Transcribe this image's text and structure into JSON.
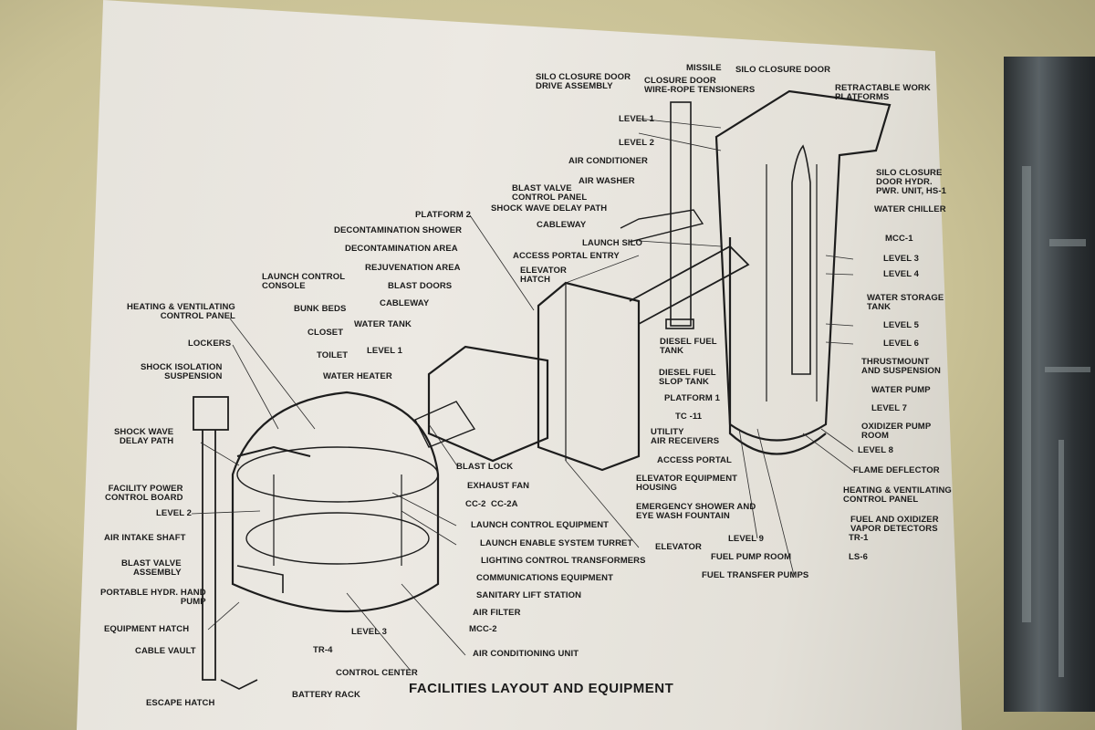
{
  "poster": {
    "title": "FACILITIES LAYOUT AND EQUIPMENT"
  },
  "labels": {
    "silo_closure_door_drive": "SILO CLOSURE DOOR\nDRIVE ASSEMBLY",
    "closure_door_tensioners": "CLOSURE DOOR\nWIRE-ROPE TENSIONERS",
    "missile": "MISSILE",
    "silo_closure_door": "SILO CLOSURE DOOR",
    "retractable_work_platforms": "RETRACTABLE WORK\nPLATFORMS",
    "level_1_top": "LEVEL 1",
    "level_2_top": "LEVEL 2",
    "air_conditioner": "AIR CONDITIONER",
    "air_washer": "AIR WASHER",
    "blast_valve_control_panel": "BLAST VALVE\nCONTROL PANEL",
    "shock_wave_delay_path_top": "SHOCK WAVE DELAY PATH",
    "cableway_top": "CABLEWAY",
    "launch_silo": "LAUNCH SILO",
    "access_portal_entry": "ACCESS PORTAL ENTRY",
    "elevator_hatch": "ELEVATOR\nHATCH",
    "platform_2": "PLATFORM 2",
    "decontamination_shower": "DECONTAMINATION SHOWER",
    "decontamination_area": "DECONTAMINATION AREA",
    "rejuvenation_area": "REJUVENATION AREA",
    "blast_doors": "BLAST DOORS",
    "cableway_mid": "CABLEWAY",
    "water_tank": "WATER TANK",
    "level_1_mid": "LEVEL 1",
    "water_heater": "WATER HEATER",
    "launch_control_console": "LAUNCH CONTROL\nCONSOLE",
    "bunk_beds": "BUNK BEDS",
    "closet": "CLOSET",
    "toilet": "TOILET",
    "heating_vent_panel_left": "HEATING & VENTILATING\nCONTROL PANEL",
    "lockers": "LOCKERS",
    "shock_isolation": "SHOCK ISOLATION\nSUSPENSION",
    "shock_wave_delay_path_left": "SHOCK WAVE\nDELAY PATH",
    "facility_power": "FACILITY POWER\nCONTROL BOARD",
    "level_2_left": "LEVEL 2",
    "air_intake_shaft": "AIR INTAKE SHAFT",
    "blast_valve_assembly": "BLAST VALVE\nASSEMBLY",
    "portable_hydr_pump": "PORTABLE HYDR. HAND\nPUMP",
    "equipment_hatch": "EQUIPMENT HATCH",
    "cable_vault": "CABLE VAULT",
    "escape_hatch": "ESCAPE HATCH",
    "battery_rack": "BATTERY RACK",
    "control_center": "CONTROL CENTER",
    "tr_4": "TR-4",
    "level_3_left": "LEVEL 3",
    "air_conditioning_unit": "AIR CONDITIONING UNIT",
    "mcc_2": "MCC-2",
    "air_filter": "AIR FILTER",
    "sanitary_lift": "SANITARY LIFT STATION",
    "communications_equipment": "COMMUNICATIONS EQUIPMENT",
    "lighting_control": "LIGHTING CONTROL TRANSFORMERS",
    "launch_enable": "LAUNCH ENABLE SYSTEM TURRET",
    "launch_control_equipment": "LAUNCH CONTROL EQUIPMENT",
    "cc_2": "CC-2  CC-2A",
    "exhaust_fan": "EXHAUST FAN",
    "blast_lock": "BLAST LOCK",
    "diesel_fuel_tank": "DIESEL FUEL\nTANK",
    "diesel_fuel_slop": "DIESEL FUEL\nSLOP TANK",
    "platform_1": "PLATFORM 1",
    "tc_11": "TC -11",
    "utility_air": "UTILITY\nAIR RECEIVERS",
    "access_portal": "ACCESS PORTAL",
    "elevator_equipment": "ELEVATOR EQUIPMENT\nHOUSING",
    "emergency_shower": "EMERGENCY SHOWER AND\nEYE WASH FOUNTAIN",
    "elevator": "ELEVATOR",
    "level_9": "LEVEL 9",
    "fuel_pump_room": "FUEL PUMP ROOM",
    "fuel_transfer_pumps": "FUEL TRANSFER PUMPS",
    "ls_6": "LS-6",
    "tr_1": "TR-1",
    "fuel_oxidizer_detectors": "FUEL AND OXIDIZER\nVAPOR DETECTORS",
    "heating_vent_panel_right": "HEATING & VENTILATING\nCONTROL PANEL",
    "flame_deflector": "FLAME DEFLECTOR",
    "level_8": "LEVEL 8",
    "oxidizer_pump_room": "OXIDIZER PUMP\nROOM",
    "level_7": "LEVEL 7",
    "water_pump": "WATER PUMP",
    "thrustmount": "THRUSTMOUNT\nAND SUSPENSION",
    "level_6": "LEVEL 6",
    "level_5": "LEVEL 5",
    "water_storage_tank": "WATER STORAGE\nTANK",
    "level_4": "LEVEL 4",
    "level_3_right": "LEVEL 3",
    "mcc_1": "MCC-1",
    "water_chiller": "WATER CHILLER",
    "silo_closure_hydr": "SILO CLOSURE\nDOOR HYDR.\nPWR. UNIT, HS-1"
  }
}
